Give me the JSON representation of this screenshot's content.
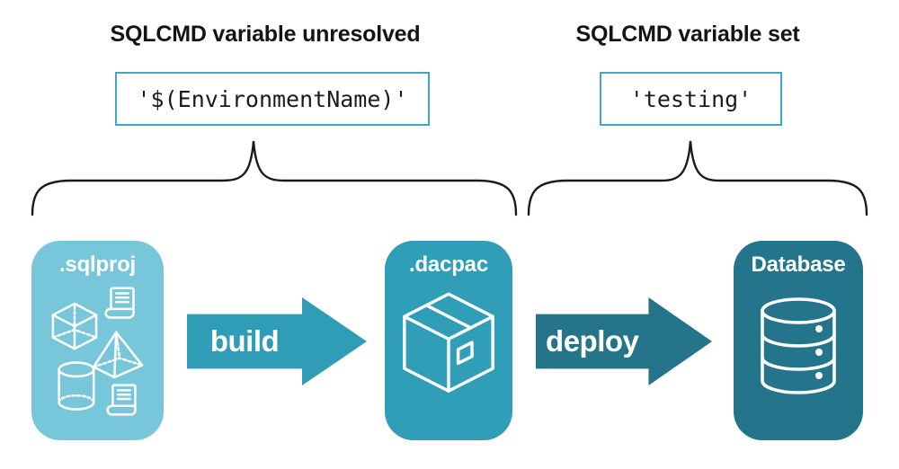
{
  "annotations": {
    "left": {
      "heading": "SQLCMD variable unresolved",
      "code": "'$(EnvironmentName)'"
    },
    "right": {
      "heading": "SQLCMD variable set",
      "code": "'testing'"
    }
  },
  "pipeline": {
    "stages": [
      {
        "label": ".sqlproj",
        "icon": "sql-objects-icon",
        "color": "#77c6da"
      },
      {
        "label": ".dacpac",
        "icon": "package-icon",
        "color": "#2f9eb6"
      },
      {
        "label": "Database",
        "icon": "database-icon",
        "color": "#24748b"
      }
    ],
    "arrows": [
      {
        "label": "build",
        "color": "#2f9db5"
      },
      {
        "label": "deploy",
        "color": "#26748a"
      }
    ]
  },
  "colors": {
    "background": "#ffffff",
    "heading_text": "#141414",
    "code_text": "#1b1b1b",
    "code_box_border": "#41a5c4",
    "brace_stroke": "#1a1a1a",
    "stage_label_text": "#ffffff",
    "icon_stroke": "#ffffff"
  }
}
